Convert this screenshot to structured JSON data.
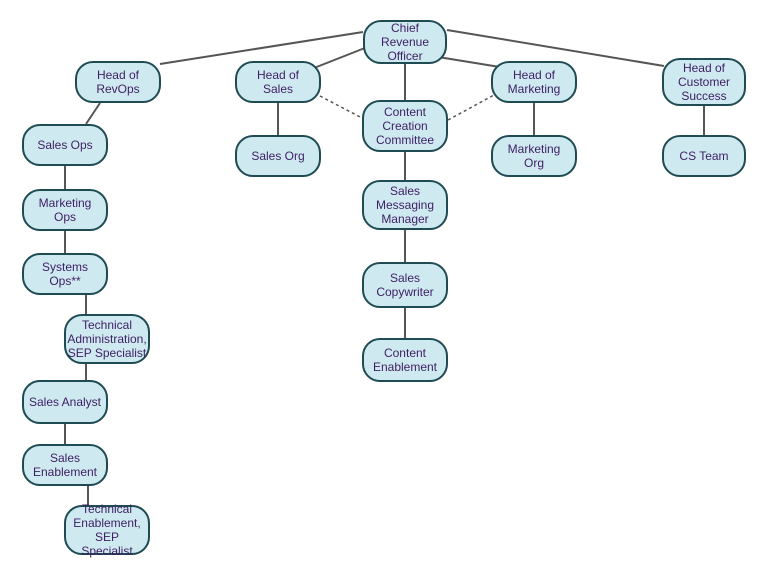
{
  "colors": {
    "node_fill": "#cfe9f1",
    "node_border": "#1f4b52",
    "text": "#3d1f63",
    "line": "#555555"
  },
  "nodes": {
    "cro": "Chief Revenue\nOfficer",
    "head_revops": "Head of\nRevOps",
    "head_sales": "Head of Sales",
    "head_marketing": "Head of\nMarketing",
    "head_cs": "Head of\nCustomer\nSuccess",
    "content_committee": "Content\nCreation\nCommittee",
    "sales_org": "Sales Org",
    "marketing_org": "Marketing Org",
    "cs_team": "CS Team",
    "sales_ops": "Sales Ops",
    "marketing_ops": "Marketing Ops",
    "systems_ops": "Systems Ops**",
    "tech_admin": "Technical\nAdministration,\nSEP Specialist",
    "sales_analyst": "Sales Analyst",
    "sales_enablement": "Sales\nEnablement",
    "tech_enablement": "Technical\nEnablement,\nSEP Specialist",
    "sales_messaging": "Sales\nMessaging\nManager",
    "sales_copywriter": "Sales\nCopywriter",
    "content_enablement": "Content\nEnablement"
  }
}
